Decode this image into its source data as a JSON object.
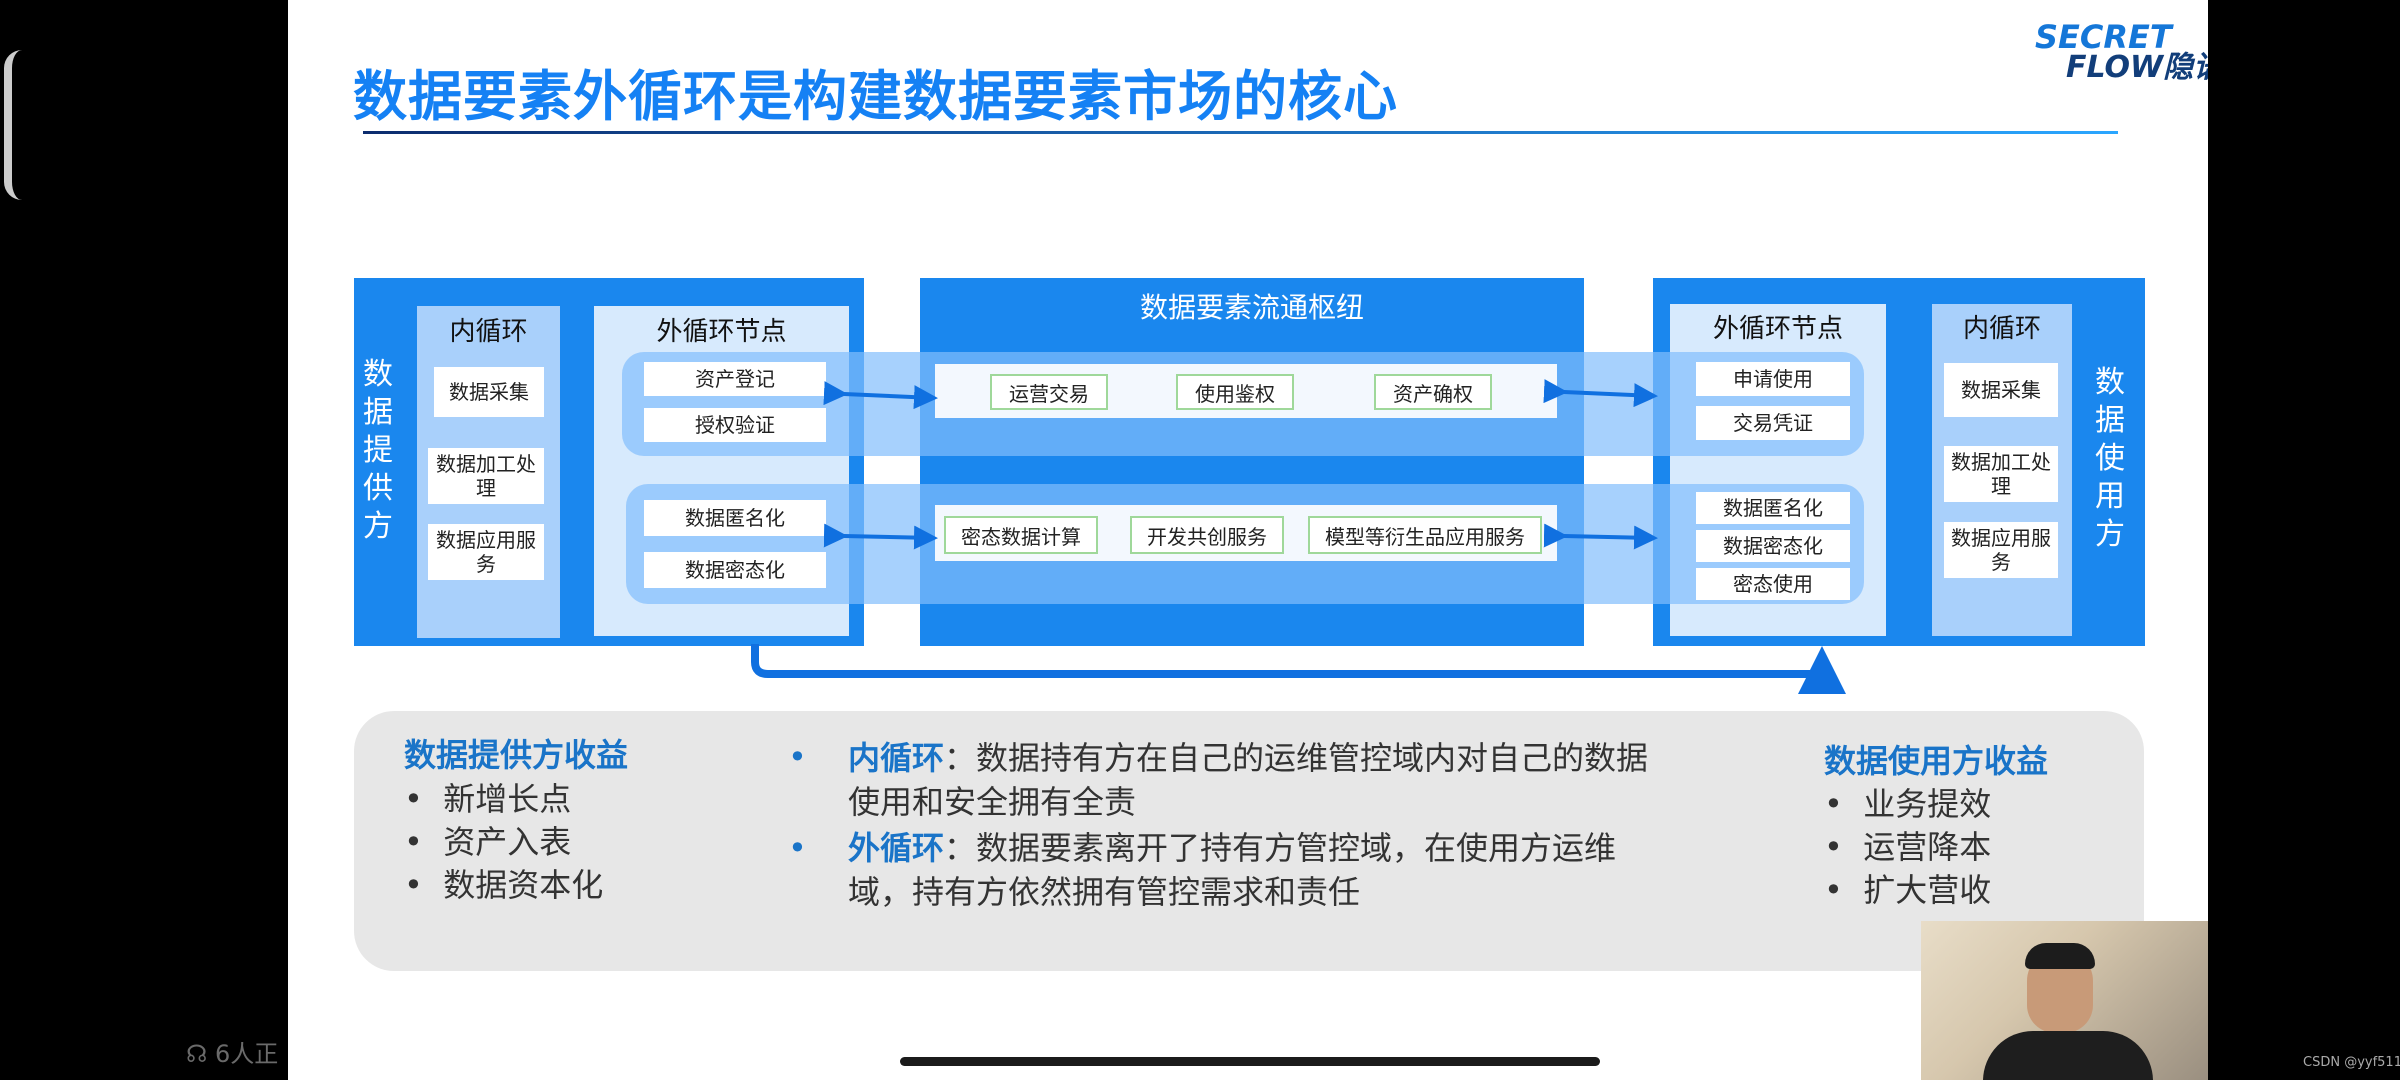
{
  "slide": {
    "title": "数据要素外循环是构建数据要素市场的核心",
    "logo": {
      "line1": "SECRET",
      "line2": "FLOW隐语"
    }
  },
  "diagram": {
    "provider_label": "数据提供方",
    "user_label": "数据使用方",
    "inner_loop_left": {
      "title": "内循环",
      "items": [
        "数据采集",
        "数据加工处理",
        "数据应用服务"
      ]
    },
    "outer_node_left": {
      "title": "外循环节点",
      "top_items": [
        "资产登记",
        "授权验证"
      ],
      "bottom_items": [
        "数据匿名化",
        "数据密态化"
      ]
    },
    "hub": {
      "title": "数据要素流通枢纽",
      "top_items": [
        "运营交易",
        "使用鉴权",
        "资产确权"
      ],
      "bottom_items": [
        "密态数据计算",
        "开发共创服务",
        "模型等衍生品应用服务"
      ]
    },
    "outer_node_right": {
      "title": "外循环节点",
      "top_items": [
        "申请使用",
        "交易凭证"
      ],
      "bottom_items": [
        "数据匿名化",
        "数据密态化",
        "密态使用"
      ]
    },
    "inner_loop_right": {
      "title": "内循环",
      "items": [
        "数据采集",
        "数据加工处理",
        "数据应用服务"
      ]
    }
  },
  "benefits": {
    "provider": {
      "title": "数据提供方收益",
      "items": [
        "新增长点",
        "资产入表",
        "数据资本化"
      ]
    },
    "definitions": [
      {
        "term": "内循环",
        "text": "：数据持有方在自己的运维管控域内对自己的数据使用和安全拥有全责"
      },
      {
        "term": "外循环",
        "text": "：数据要素离开了持有方管控域，在使用方运维域，持有方依然拥有管控需求和责任"
      }
    ],
    "user": {
      "title": "数据使用方收益",
      "items": [
        "业务提效",
        "运营降本",
        "扩大营收"
      ]
    }
  },
  "overlay": {
    "viewers": "6人正",
    "watermark": "CSDN @yyf511"
  },
  "colors": {
    "accent": "#1a87ee",
    "title": "#1581f4",
    "benefit_title": "#1a74c8"
  }
}
